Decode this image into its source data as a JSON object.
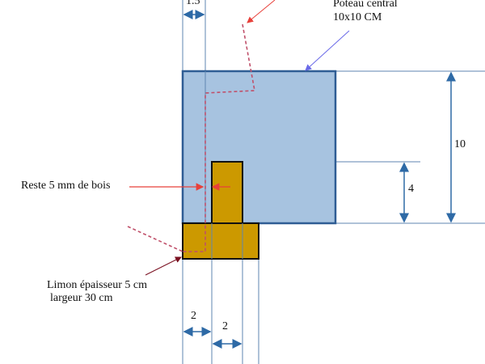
{
  "labels": {
    "post_name": "Poteau central",
    "post_size": "10x10 CM",
    "remaining_wood": "Reste 5 mm  de bois",
    "stringer_thickness": "Limon épaisseur 5 cm",
    "stringer_width": "largeur 30 cm"
  },
  "dimensions": {
    "top_offset": "1.5",
    "post_height": "10",
    "tenon_height": "4",
    "bottom_left": "2",
    "bottom_tenon": "2"
  },
  "colors": {
    "post_fill": "#a7c3e0",
    "post_border": "#2f5d94",
    "wood_fill": "#cc9900",
    "dim_line": "#2e6aa6",
    "dashed": "#c0506a",
    "red_arrow": "#e8403a"
  }
}
